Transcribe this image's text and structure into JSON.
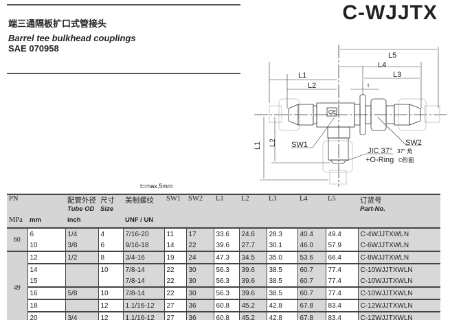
{
  "header": {
    "code": "C-WJJTX",
    "title_cn": "端三通隔板扩口式管接头",
    "title_en": "Barrel tee bulkhead couplings",
    "standard": "SAE 070958"
  },
  "diagram": {
    "labels": {
      "l1": "L1",
      "l2": "L2",
      "l3": "L3",
      "l4": "L4",
      "l5": "L5",
      "t": "t",
      "sw1": "SW1",
      "sw2": "SW2",
      "ce": "CE",
      "jic": "JIC 37°",
      "jic_cn": "37° 角",
      "oring": "+O-Ring",
      "oring_cn": "O形圈"
    },
    "note": "t=max.5mm"
  },
  "table": {
    "headers": {
      "pn": "PN",
      "tube_cn": "配管外径",
      "tube_en": "Tube OD",
      "size_cn": "尺寸",
      "size_en": "Size",
      "thread_cn": "美制螺纹",
      "thread_unit": "UNF / UN",
      "sw1": "SW1",
      "sw2": "SW2",
      "l1": "L1",
      "l2": "L2",
      "l3": "L3",
      "l4": "L4",
      "l5": "L5",
      "part_cn": "订货号",
      "part_en": "Part-No.",
      "mpa": "MPa",
      "mm": "mm",
      "inch": "inch"
    },
    "groups": [
      {
        "pn": "60",
        "rows": [
          [
            "6",
            "1/4",
            "4",
            "7/16-20",
            "11",
            "17",
            "33.6",
            "24.6",
            "28.3",
            "40.4",
            "49.4",
            "C-4WJJTXWLN"
          ],
          [
            "10",
            "3/8",
            "6",
            "9/16-18",
            "14",
            "22",
            "39.6",
            "27.7",
            "30.1",
            "46.0",
            "57.9",
            "C-6WJJTXWLN"
          ]
        ]
      },
      {
        "pn": "49",
        "rows": [
          [
            "12",
            "1/2",
            "8",
            "3/4-16",
            "19",
            "24",
            "47.3",
            "34.5",
            "35.0",
            "53.6",
            "66.4",
            "C-8WJJTXWLN"
          ],
          [
            "14",
            "",
            "10",
            "7/8-14",
            "22",
            "30",
            "56.3",
            "39.6",
            "38.5",
            "60.7",
            "77.4",
            "C-10WJJTXWLN"
          ],
          [
            "15",
            "",
            "",
            "7/8-14",
            "22",
            "30",
            "56.3",
            "39.6",
            "38.5",
            "60.7",
            "77.4",
            "C-10WJJTXWLN"
          ],
          [
            "16",
            "5/8",
            "10",
            "7/8-14",
            "22",
            "30",
            "56.3",
            "39.6",
            "38.5",
            "60.7",
            "77.4",
            "C-10WJJTXWLN"
          ],
          [
            "18",
            "",
            "12",
            "1.1/16-12",
            "27",
            "36",
            "60.8",
            "45.2",
            "42.8",
            "67.8",
            "83.4",
            "C-12WJJTXWLN"
          ],
          [
            "20",
            "3/4",
            "12",
            "1.1/16-12",
            "27",
            "36",
            "60.8",
            "45.2",
            "42.8",
            "67.8",
            "83.4",
            "C-12WJJTXWLN"
          ]
        ]
      }
    ],
    "group_breaks": [
      0,
      2,
      3,
      5,
      6,
      7
    ]
  }
}
